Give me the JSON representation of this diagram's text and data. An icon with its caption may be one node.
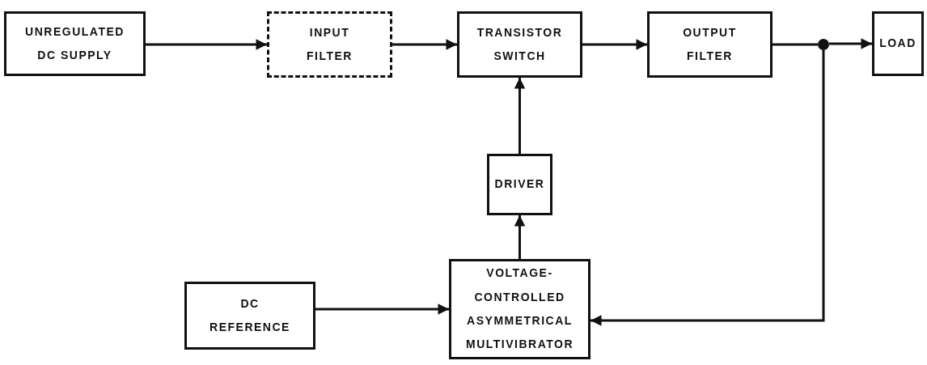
{
  "diagram": {
    "nodes": [
      {
        "text": [
          "UNREGULATED DC SUPPLY"
        ]
      },
      {
        "text": [
          "INPUT FILTER"
        ]
      },
      {
        "text": [
          "TRANSISTOR SWITCH"
        ]
      },
      {
        "text": [
          "OUTPUT FILTER"
        ]
      },
      {
        "text": [],
        "shape": "circle"
      },
      {
        "text": [
          "LOAD"
        ]
      },
      {
        "text": [
          "DRIVER"
        ]
      },
      {
        "text": [
          "DC REFERENCE"
        ]
      },
      {
        "text": [
          "VOLTAGE-CONTROLLED ASYMMETRICAL MULTIVIBRATOR"
        ]
      }
    ],
    "edges": [
      {
        "from": 0,
        "to": 1,
        "arrow": "to"
      },
      {
        "from": 1,
        "to": 2,
        "arrow": "to"
      },
      {
        "from": 2,
        "to": 3,
        "arrow": "to"
      },
      {
        "from": 3,
        "to": 4,
        "arrow": "none"
      },
      {
        "from": 4,
        "to": 5,
        "arrow": "to"
      },
      {
        "from": 4,
        "to": 8,
        "arrow": "to"
      },
      {
        "from": 8,
        "to": 6,
        "arrow": "to"
      },
      {
        "from": 6,
        "to": 2,
        "arrow": "to"
      },
      {
        "from": 7,
        "to": 8,
        "arrow": "to"
      }
    ]
  }
}
